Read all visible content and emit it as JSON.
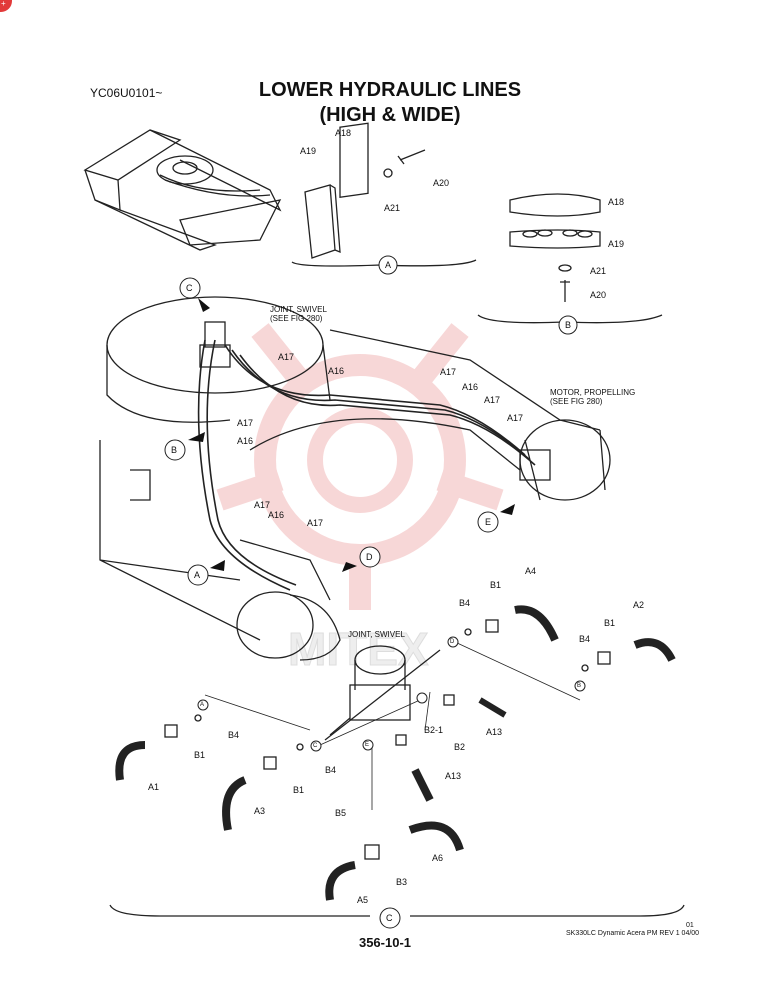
{
  "header": {
    "serial": "YC06U0101~",
    "title_line1": "LOWER HYDRAULIC LINES",
    "title_line2": "(HIGH & WIDE)"
  },
  "captions": {
    "joint_swivel_ref": "JOINT, SWIVEL\n(SEE FIG 280)",
    "motor_propelling_ref": "MOTOR, PROPELLING\n(SEE FIG 280)",
    "joint_swivel": "JOINT, SWIVEL"
  },
  "callouts": {
    "A": "A",
    "B": "B",
    "C": "C",
    "D": "D",
    "E": "E"
  },
  "parts": {
    "A1": "A1",
    "A2": "A2",
    "A3": "A3",
    "A4": "A4",
    "A5": "A5",
    "A6": "A6",
    "A13": "A13",
    "A16": "A16",
    "A17": "A17",
    "A18": "A18",
    "A19": "A19",
    "A20": "A20",
    "A21": "A21",
    "B1": "B1",
    "B2": "B2",
    "B2_1": "B2-1",
    "B3": "B3",
    "B4": "B4",
    "B5": "B5"
  },
  "footer": {
    "page": "356-10-1",
    "rev_line1": "01",
    "rev_line2": "SK330LC Dynamic Acera PM REV 1  04/00"
  },
  "watermark_text": "MITEX",
  "colors": {
    "watermark": "#f2b8b8",
    "line": "#222222",
    "badge": "#e23a3a"
  }
}
